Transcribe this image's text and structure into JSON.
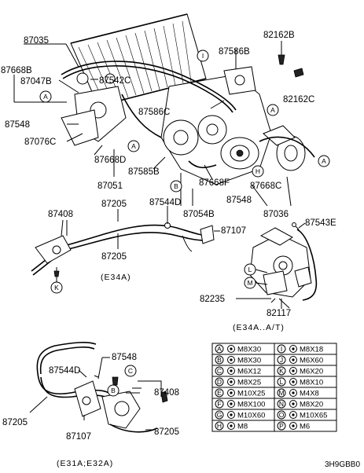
{
  "labels": {
    "l87035": "87035",
    "l87668b": "87668B",
    "l87047b": "87047B",
    "l87542c": "87542C",
    "l87586b": "87586B",
    "l82162b": "82162B",
    "l82162c": "82162C",
    "l87586c": "87586C",
    "l87548a": "87548",
    "l87076c": "87076C",
    "l87668d": "87668D",
    "l87585b": "87585B",
    "l87051": "87051",
    "l87668f": "87668F",
    "l87544d_top": "87544D",
    "l87054b": "87054B",
    "l87668c": "87668C",
    "l87548b": "87548",
    "l87036": "87036",
    "l87408a": "87408",
    "l87205a": "87205",
    "l87107a": "87107",
    "l87205b": "87205",
    "l87543e": "87543E",
    "l82235": "82235",
    "l82117": "82117",
    "l87548c": "87548",
    "l87544d": "87544D",
    "l87408b": "87408",
    "l87205c": "87205",
    "l87107b": "87107",
    "l87205d": "87205"
  },
  "callouts": {
    "A": "A",
    "B": "B",
    "C": "C",
    "H": "H",
    "I": "I",
    "K": "K",
    "L": "L",
    "M": "M"
  },
  "captions": {
    "e34a": "(E34A)",
    "e34a_at": "(E34A..A/T)",
    "e31a_e32a": "(E31A;E32A)",
    "code": "3H9GBB0"
  },
  "legend": {
    "rows": [
      {
        "k1": "A",
        "s1": "M8X30",
        "k2": "I",
        "s2": "M8X18"
      },
      {
        "k1": "B",
        "s1": "M8X30",
        "k2": "J",
        "s2": "M6X60"
      },
      {
        "k1": "C",
        "s1": "M6X12",
        "k2": "K",
        "s2": "M6X20"
      },
      {
        "k1": "D",
        "s1": "M8X25",
        "k2": "L",
        "s2": "M8X10"
      },
      {
        "k1": "E",
        "s1": "M10X25",
        "k2": "M",
        "s2": "M4X8"
      },
      {
        "k1": "F",
        "s1": "M8X100",
        "k2": "N",
        "s2": "M8X20"
      },
      {
        "k1": "G",
        "s1": "M10X60",
        "k2": "O",
        "s2": "M10X65"
      },
      {
        "k1": "H",
        "s1": "M8",
        "k2": "P",
        "s2": "M6"
      }
    ]
  }
}
